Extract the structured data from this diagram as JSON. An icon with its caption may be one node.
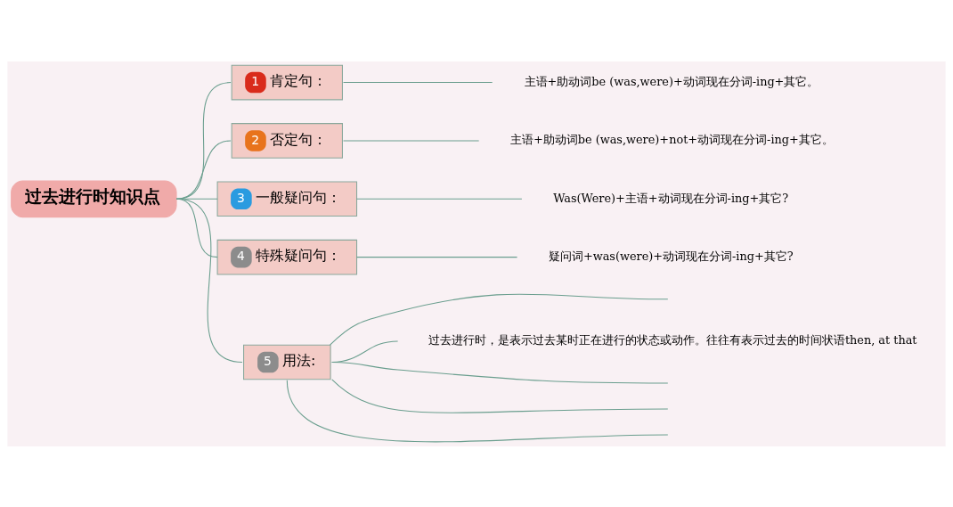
{
  "diagram": {
    "nodes": [
      {
        "text": [
          "过去进行时知识点"
        ]
      },
      {
        "text": [
          "1",
          "肯定句："
        ]
      },
      {
        "text": [
          "主语+助动词be (was,were)+动词现在分词-ing+其它。"
        ]
      },
      {
        "text": [
          "2",
          "否定句："
        ]
      },
      {
        "text": [
          "主语+助动词be (was,were)+not+动词现在分词-ing+其它。"
        ]
      },
      {
        "text": [
          "3",
          "一般疑问句："
        ]
      },
      {
        "text": [
          "Was(Were)+主语+动词现在分词-ing+其它?"
        ]
      },
      {
        "text": [
          "4",
          "特殊疑问句："
        ]
      },
      {
        "text": [
          "疑问词+was(were)+动词现在分词-ing+其它?"
        ]
      },
      {
        "text": [
          "5",
          "用法:"
        ]
      },
      {
        "text": [
          "过去进行时，是表示过去某时正在进行的状态或动作。往往有表示过去的时间状语then, at that"
        ]
      }
    ],
    "edges": [
      {
        "from": 0,
        "to": 1,
        "arrow": "none"
      },
      {
        "from": 1,
        "to": 2,
        "arrow": "none"
      },
      {
        "from": 0,
        "to": 3,
        "arrow": "none"
      },
      {
        "from": 3,
        "to": 4,
        "arrow": "none"
      },
      {
        "from": 0,
        "to": 5,
        "arrow": "none"
      },
      {
        "from": 5,
        "to": 6,
        "arrow": "none"
      },
      {
        "from": 0,
        "to": 7,
        "arrow": "none"
      },
      {
        "from": 7,
        "to": 8,
        "arrow": "none"
      },
      {
        "from": 0,
        "to": 9,
        "arrow": "none"
      },
      {
        "from": 9,
        "to": 10,
        "arrow": "none"
      },
      {
        "from": 9,
        "to": null,
        "arrow": "none"
      },
      {
        "from": 9,
        "to": null,
        "arrow": "none"
      },
      {
        "from": 9,
        "to": null,
        "arrow": "none"
      },
      {
        "from": 9,
        "to": null,
        "arrow": "none"
      }
    ]
  }
}
